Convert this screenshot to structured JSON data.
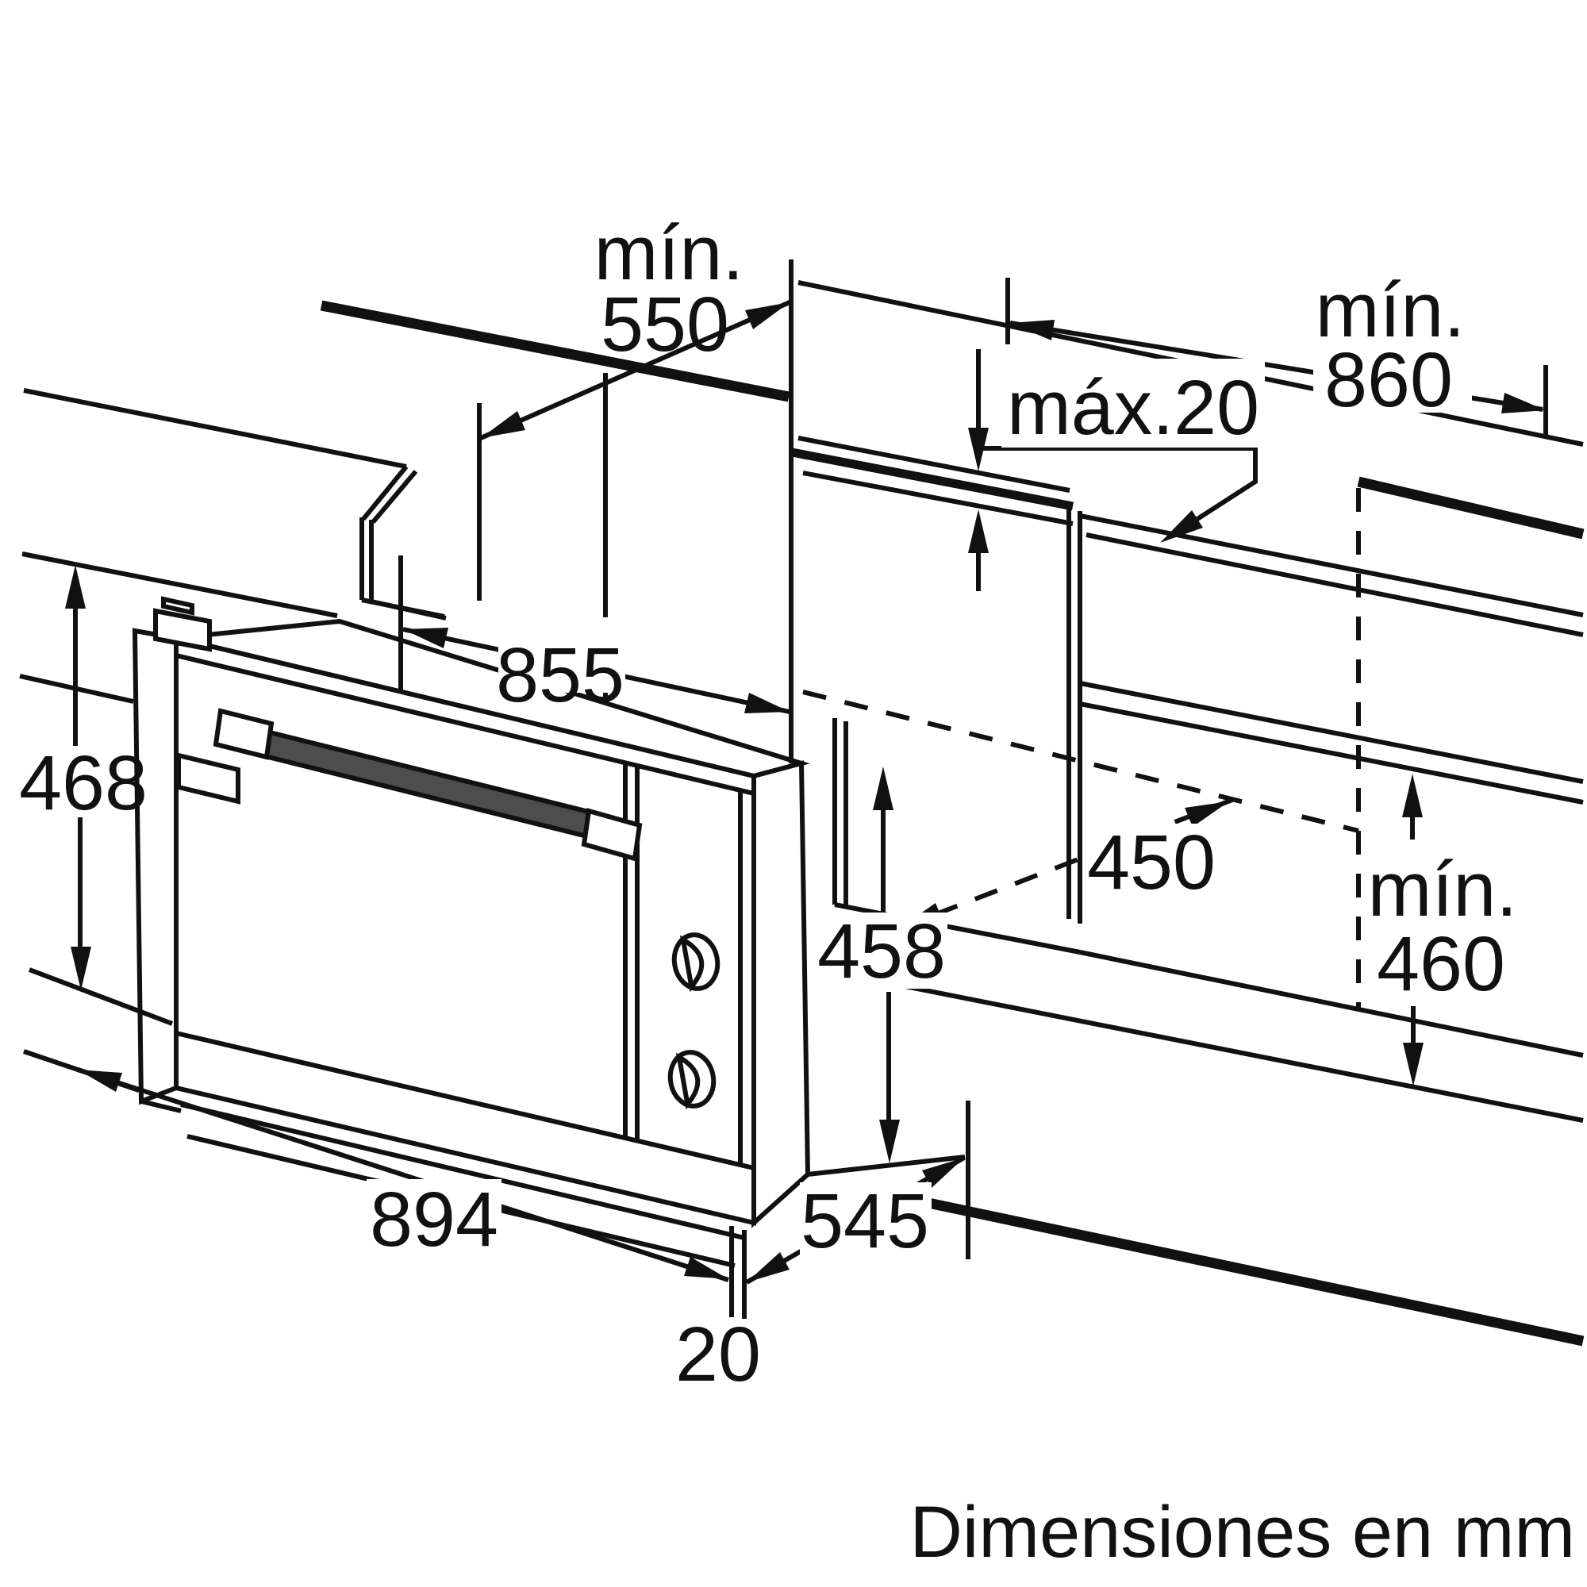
{
  "diagram": {
    "footer": "Dimensiones en mm",
    "dimensions": {
      "counter_depth": {
        "prefix": "mín.",
        "value": "550"
      },
      "niche_width": {
        "prefix": "mín.",
        "value": "860"
      },
      "counter_overhang": "máx.20",
      "oven_top_width": "855",
      "oven_front_height": "468",
      "oven_body_height": "458",
      "niche_depth": "450",
      "niche_height": {
        "prefix": "mín.",
        "value": "460"
      },
      "oven_total_width": "894",
      "oven_body_depth": "545",
      "door_bottom_gap": "20"
    },
    "colors": {
      "line": "#111111",
      "handle": "#4d4d4d",
      "background": "#ffffff"
    }
  }
}
